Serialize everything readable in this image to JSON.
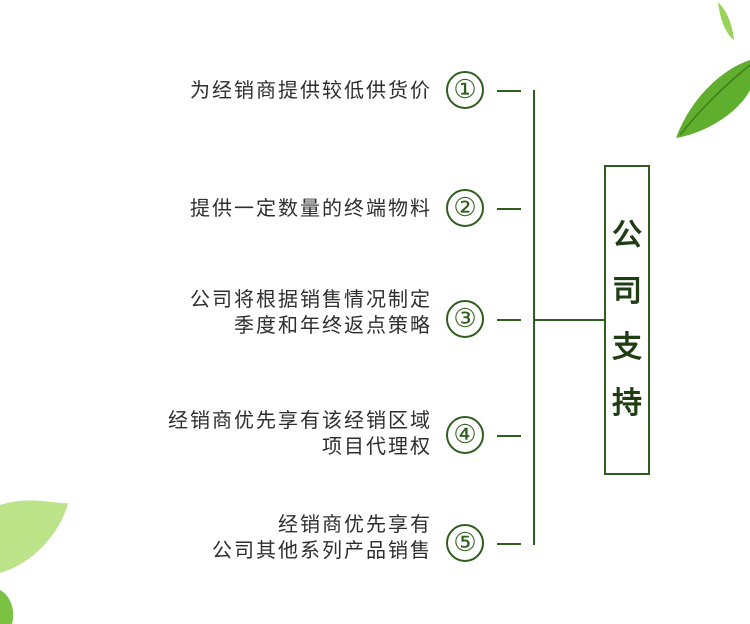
{
  "title_chars": [
    "公",
    "司",
    "支",
    "持"
  ],
  "items": [
    {
      "number": "①",
      "lines": [
        "为经销商提供较低供货价"
      ]
    },
    {
      "number": "②",
      "lines": [
        "提供一定数量的终端物料"
      ]
    },
    {
      "number": "③",
      "lines": [
        "公司将根据销售情况制定",
        "季度和年终返点策略"
      ]
    },
    {
      "number": "④",
      "lines": [
        "经销商优先享有该经销区域",
        "项目代理权"
      ]
    },
    {
      "number": "⑤",
      "lines": [
        "经销商优先享有",
        "公司其他系列产品销售"
      ]
    }
  ],
  "colors": {
    "accent": "#2f5f1e",
    "text": "#2e2e2e",
    "leaf_light": "#8fcf4a",
    "leaf_dark": "#3f8f22"
  }
}
